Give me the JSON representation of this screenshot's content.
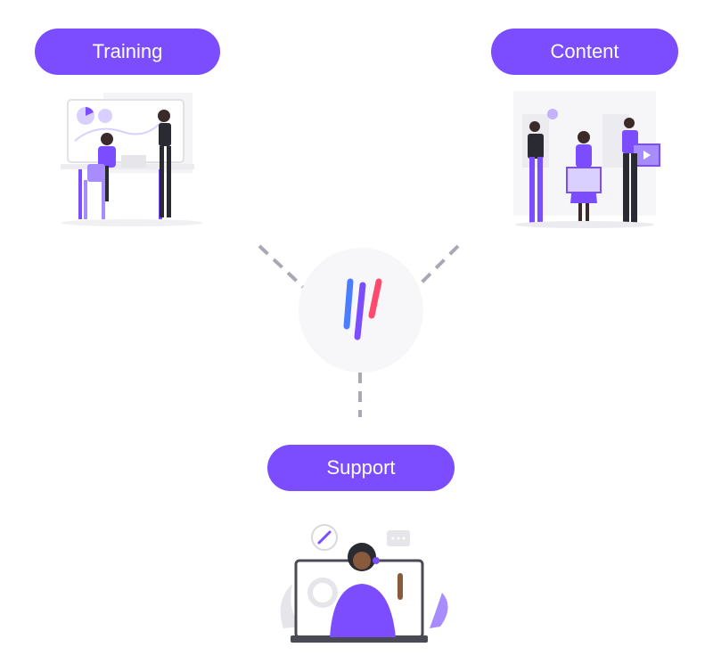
{
  "nodes": {
    "training": {
      "label": "Training"
    },
    "content": {
      "label": "Content"
    },
    "support": {
      "label": "Support"
    }
  },
  "hub": {
    "logo": "brand-logo"
  },
  "colors": {
    "pill": "#7b4dff",
    "pill_text": "#ffffff",
    "connector": "#a9a9b6",
    "hub_bg": "#f7f7fa",
    "logo_blue": "#4a7dff",
    "logo_purple": "#7b4dff",
    "logo_red": "#ff4a6e",
    "illustration_accent": "#7b4dff",
    "illustration_grey": "#e6e6ea"
  }
}
